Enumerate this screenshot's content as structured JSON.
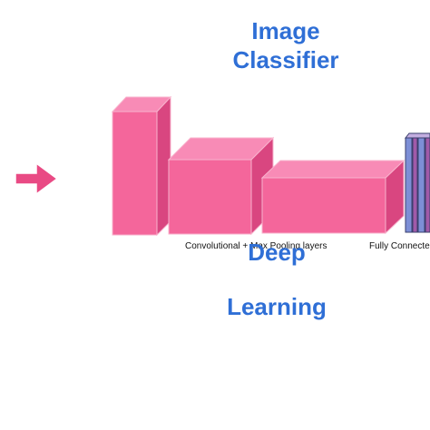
{
  "title": {
    "line1": "Image",
    "line2": "Classifier"
  },
  "subtitle": {
    "line1": "Deep",
    "line2": "Learning"
  },
  "labels": {
    "conv_pool": "Convolutional + Max Pooling layers",
    "fully_connected": "Fully Connecte"
  },
  "colors": {
    "accent_text": "#2f6fd6",
    "block_front": "#f4669b",
    "block_top": "#f88bb6",
    "block_side": "#d94680",
    "block_outline": "#f8b3cd",
    "arrow": "#e94a84",
    "fc_blue": "#7d8fd6",
    "fc_purple": "#a05aa8"
  },
  "icons": {
    "arrow": "right-arrow-icon"
  }
}
